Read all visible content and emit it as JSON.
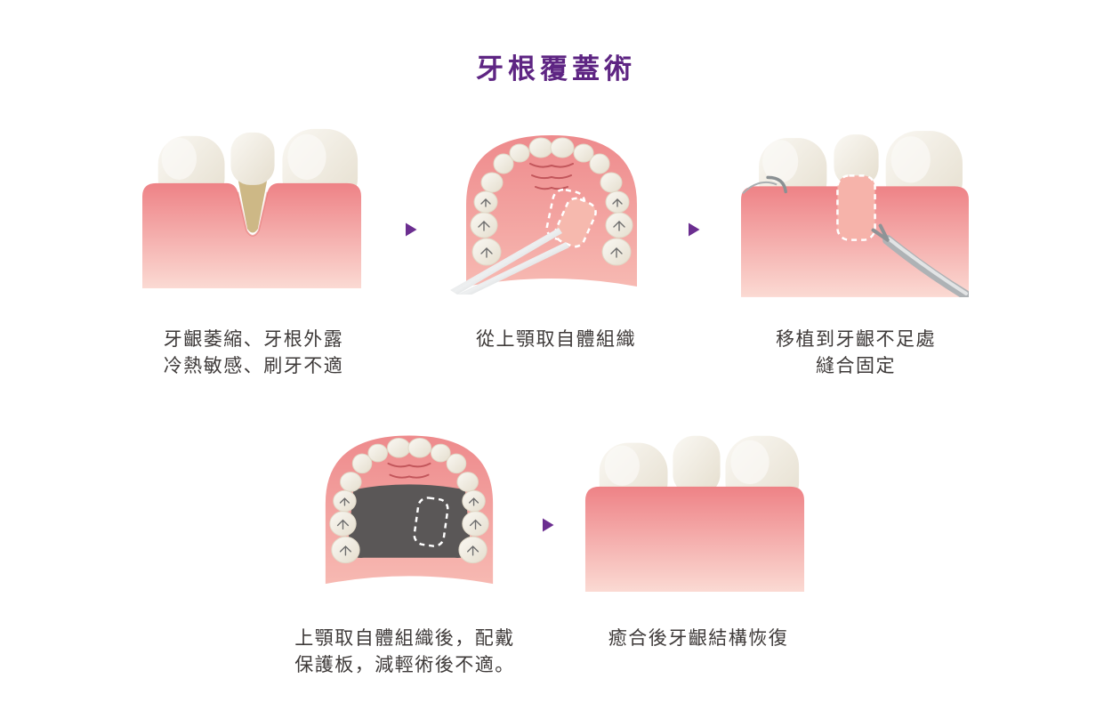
{
  "title": "牙根覆蓋術",
  "icons": {
    "arrow_right": "▶"
  },
  "colors": {
    "title": "#5E2583",
    "arrow": "#6B2E90",
    "caption_text": "#3E3A39",
    "gum_top": "#EE8286",
    "gum_bottom": "#FBDAD3",
    "tooth": "#F3F0E8",
    "root_exposed": "#CDB886",
    "graft_tissue": "#F6B9AE",
    "guard_plate": "#5A5757",
    "instrument_metal": "#B9BDBF",
    "background": "#FFFFFF"
  },
  "steps": [
    {
      "id": 1,
      "illustration": "receding-gums",
      "caption_lines": [
        "牙齦萎縮、牙根外露",
        "冷熱敏感、刷牙不適"
      ]
    },
    {
      "id": 2,
      "illustration": "palate-tissue-harvest",
      "caption_lines": [
        "從上顎取自體組織"
      ]
    },
    {
      "id": 3,
      "illustration": "graft-suture",
      "caption_lines": [
        "移植到牙齦不足處",
        "縫合固定"
      ]
    },
    {
      "id": 4,
      "illustration": "palate-protective-plate",
      "caption_lines": [
        "上顎取自體組織後，配戴",
        "保護板，減輕術後不適。"
      ]
    },
    {
      "id": 5,
      "illustration": "healed-gums",
      "caption_lines": [
        "癒合後牙齦結構恢復"
      ]
    }
  ]
}
